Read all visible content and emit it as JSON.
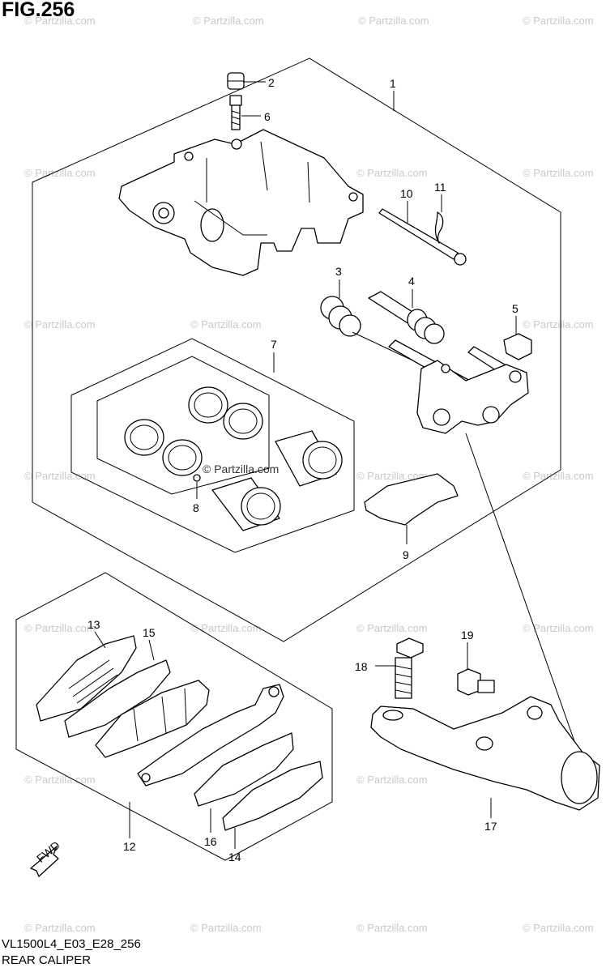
{
  "figure": {
    "title": "FIG.256",
    "model_code": "VL1500L4_E03_E28_256",
    "caption": "REAR CALIPER"
  },
  "watermark": "© Partzilla.com",
  "direction_label": "FWD",
  "callouts": [
    "1",
    "2",
    "3",
    "4",
    "5",
    "6",
    "7",
    "8",
    "9",
    "10",
    "11",
    "12",
    "13",
    "14",
    "15",
    "16",
    "17",
    "18",
    "19"
  ]
}
